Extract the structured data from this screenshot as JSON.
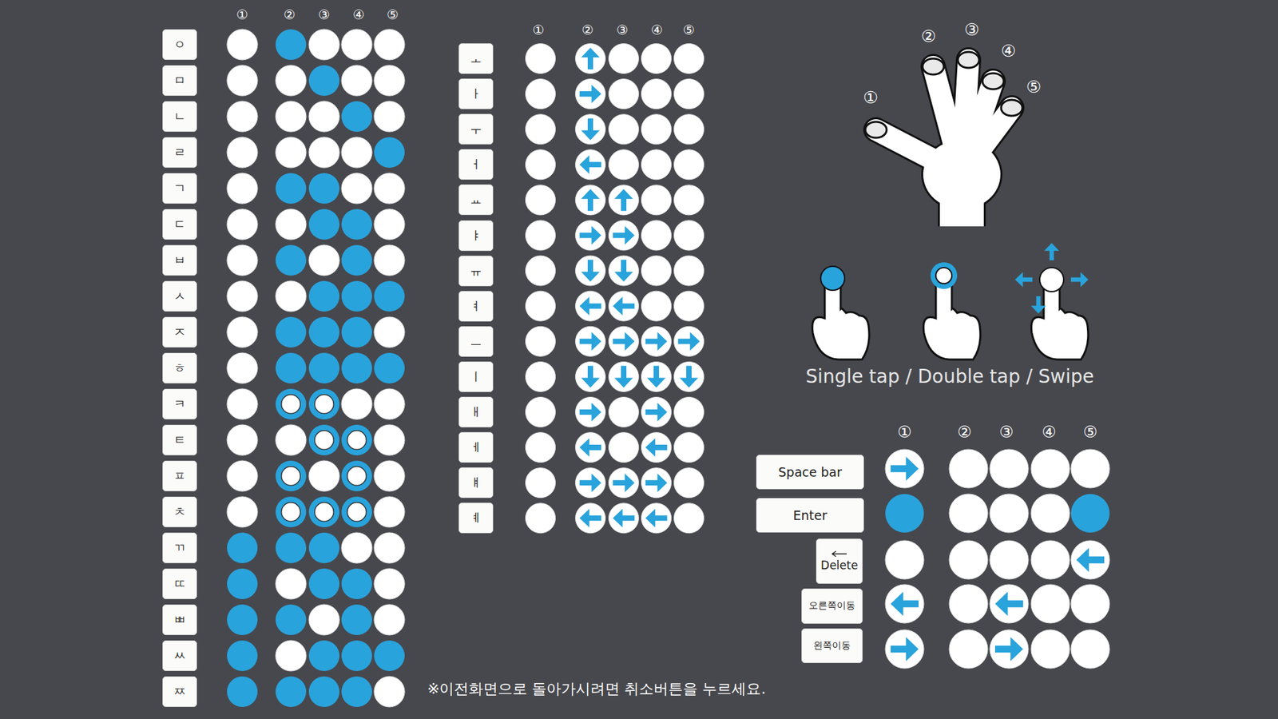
{
  "diagram": {
    "nodes": [
      {
        "text": [
          "ㅇ"
        ]
      },
      {
        "text": [
          "ㅁ"
        ]
      },
      {
        "text": [
          "ㄴ"
        ]
      },
      {
        "text": [
          "ㄹ"
        ]
      },
      {
        "text": [
          "ㄱ"
        ]
      },
      {
        "text": [
          "ㄷ"
        ]
      },
      {
        "text": [
          "ㅂ"
        ]
      },
      {
        "text": [
          "ㅅ"
        ]
      },
      {
        "text": [
          "ㅈ"
        ]
      },
      {
        "text": [
          "ㅎ"
        ]
      },
      {
        "text": [
          "ㅋ"
        ]
      },
      {
        "text": [
          "ㅌ"
        ]
      },
      {
        "text": [
          "ㅍ"
        ]
      },
      {
        "text": [
          "ㅊ"
        ]
      },
      {
        "text": [
          "ㄲ"
        ]
      },
      {
        "text": [
          "ㄸ"
        ]
      },
      {
        "text": [
          "ㅃ"
        ]
      },
      {
        "text": [
          "ㅆ"
        ]
      },
      {
        "text": [
          "ㅉ"
        ]
      },
      {
        "text": [
          "ㅗ"
        ]
      },
      {
        "text": [
          "ㅏ"
        ]
      },
      {
        "text": [
          "ㅜ"
        ]
      },
      {
        "text": [
          "ㅓ"
        ]
      },
      {
        "text": [
          "ㅛ"
        ]
      },
      {
        "text": [
          "ㅑ"
        ]
      },
      {
        "text": [
          "ㅠ"
        ]
      },
      {
        "text": [
          "ㅕ"
        ]
      },
      {
        "text": [
          "ㅡ"
        ]
      },
      {
        "text": [
          "ㅣ"
        ]
      },
      {
        "text": [
          "ㅐ"
        ]
      },
      {
        "text": [
          "ㅔ"
        ]
      },
      {
        "text": [
          "ㅒ"
        ]
      },
      {
        "text": [
          "ㅖ"
        ]
      },
      {
        "text": [
          "Space bar"
        ]
      },
      {
        "text": [
          "Enter"
        ]
      },
      {
        "text": [
          "Delete"
        ]
      },
      {
        "text": [
          "오른쪽이동"
        ]
      },
      {
        "text": [
          "왼쪽이동"
        ]
      }
    ],
    "labels": [
      "①",
      "②",
      "③",
      "④",
      "⑤",
      "①",
      "②",
      "③",
      "④",
      "⑤",
      "①",
      "②",
      "③",
      "④",
      "⑤",
      "Single tap / Double tap / Swipe",
      "①",
      "②",
      "③",
      "④",
      "⑤",
      "※이전화면으로 돌아가시려면 취소버튼을 누르세요."
    ]
  }
}
